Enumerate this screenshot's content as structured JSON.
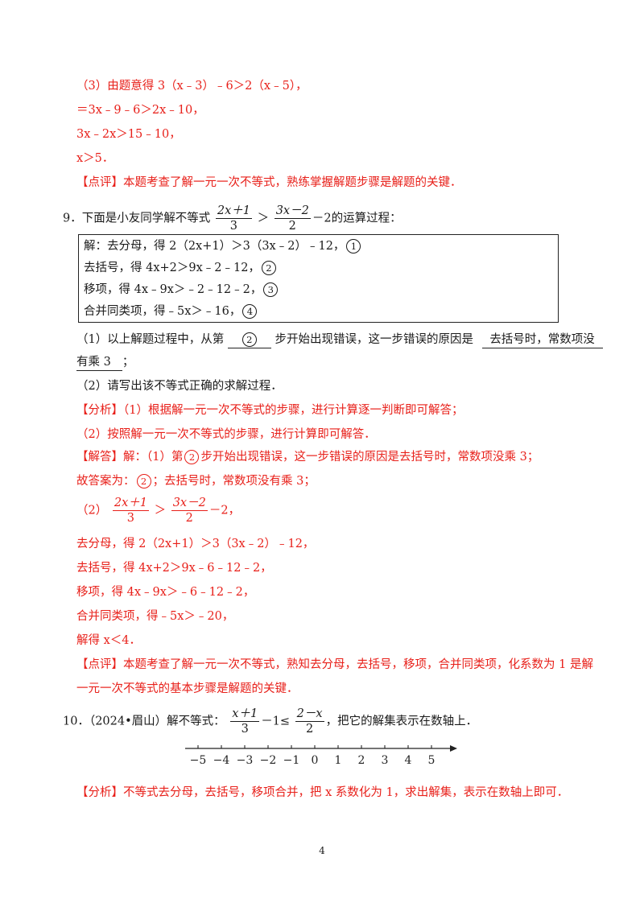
{
  "q8": {
    "l1": "（3）由题意得 3（x﹣3）﹣6＞2（x﹣5），",
    "l2": "＝3x﹣9﹣6＞2x﹣10，",
    "l3": "3x﹣2x＞15﹣10，",
    "l4": "x＞5．",
    "comment_tag": "【点评】",
    "comment": "本题考查了解一元一次不等式，熟练掌握解题步骤是解题的关键．"
  },
  "q9": {
    "num": "9．",
    "intro": "下面是小友同学解不等式",
    "f1_num": "2x＋1",
    "f1_den": "3",
    "gt": "＞",
    "f2_num": "3x－2",
    "f2_den": "2",
    "tail": "－2的运算过程：",
    "box": [
      {
        "text": "解：去分母，得 2（2x+1）＞3（3x﹣2）﹣12，",
        "mark": "1"
      },
      {
        "text": "去括号，得 4x+2＞9x﹣2﹣12，",
        "mark": "2"
      },
      {
        "text": "移项，得 4x﹣9x＞﹣2﹣12﹣2，",
        "mark": "3"
      },
      {
        "text": "合并同类项，得﹣5x＞﹣16，",
        "mark": "4"
      }
    ],
    "p1_a": "（1）以上解题过程中，从第",
    "p1_blank1": "2",
    "p1_b": "步开始出现错误，这一步错误的原因是",
    "p1_blank2a": "去括号时，常数项没",
    "p1_blank2b": "有乘 3",
    "p1_end": "；",
    "p2": "（2）请写出该不等式正确的求解过程．",
    "analysis_tag": "【分析】",
    "analysis1": "（1）根据解一元一次不等式的步骤，进行计算逐一判断即可解答；",
    "analysis2": "（2）按照解一元一次不等式的步骤，进行计算即可解答．",
    "answer_tag": "【解答】",
    "answer1_a": "解：（1）第",
    "answer1_mark": "2",
    "answer1_b": "步开始出现错误，这一步错误的原因是去括号时，常数项没乘 3；",
    "answer2_a": "故答案为：",
    "answer2_mark": "2",
    "answer2_b": "；去括号时，常数项没有乘 3；",
    "sol_label": "（2）",
    "sol_f1_num": "2x＋1",
    "sol_f1_den": "3",
    "sol_gt": "＞",
    "sol_f2_num": "3x－2",
    "sol_f2_den": "2",
    "sol_tail": "－2，",
    "s1": "去分母，得 2（2x+1）＞3（3x﹣2）﹣12，",
    "s2": "去括号，得 4x+2＞9x﹣6﹣12﹣2，",
    "s3": "移项，得 4x﹣9x＞﹣6﹣12﹣2，",
    "s4": "合并同类项，得﹣5x＞﹣20，",
    "s5": "解得 x＜4．",
    "comment_tag": "【点评】",
    "comment1": "本题考查了解一元一次不等式，熟知去分母，去括号，移项，合并同类项，化系数为 1 是解",
    "comment2": "一元一次不等式的基本步骤是解题的关键．"
  },
  "q10": {
    "num": "10．",
    "source": "（2024•眉山）解不等式：",
    "f1_num": "x＋1",
    "f1_den": "3",
    "mid": "－1≤",
    "f2_num": "2－x",
    "f2_den": "2",
    "tail": "，把它的解集表示在数轴上．",
    "ticks": [
      "−5",
      "−4",
      "−3",
      "−2",
      "−1",
      "0",
      "1",
      "2",
      "3",
      "4",
      "5"
    ],
    "analysis_tag": "【分析】",
    "analysis": "不等式去分母，去括号，移项合并，把 x 系数化为 1，求出解集，表示在数轴上即可．"
  },
  "page_number": "4"
}
